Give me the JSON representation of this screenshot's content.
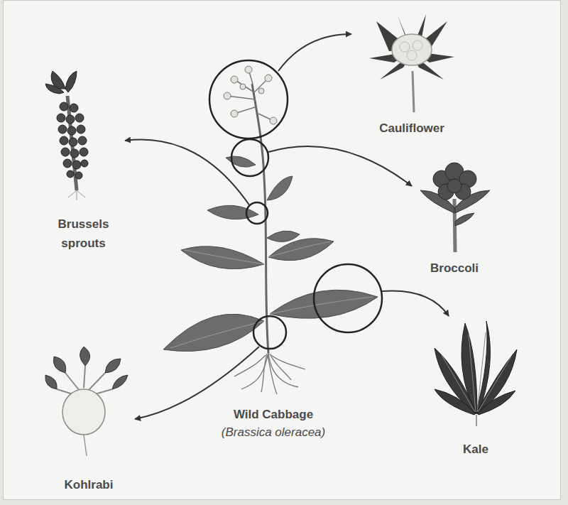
{
  "diagram": {
    "nodes": [
      {
        "text": [
          "Wild Cabbage",
          "(Brassica oleracea)"
        ]
      },
      {
        "text": [
          "Cauliflower"
        ]
      },
      {
        "text": [
          "Brussels sprouts"
        ]
      },
      {
        "text": [
          "Broccoli"
        ]
      },
      {
        "text": [
          "Kale"
        ]
      },
      {
        "text": [
          "Kohlrabi"
        ]
      }
    ],
    "edges": [
      {
        "from": 0,
        "to": 1,
        "arrow": "to"
      },
      {
        "from": 0,
        "to": 2,
        "arrow": "to"
      },
      {
        "from": 0,
        "to": 3,
        "arrow": "to"
      },
      {
        "from": 0,
        "to": 4,
        "arrow": "to"
      },
      {
        "from": 0,
        "to": 5,
        "arrow": "to"
      }
    ]
  }
}
